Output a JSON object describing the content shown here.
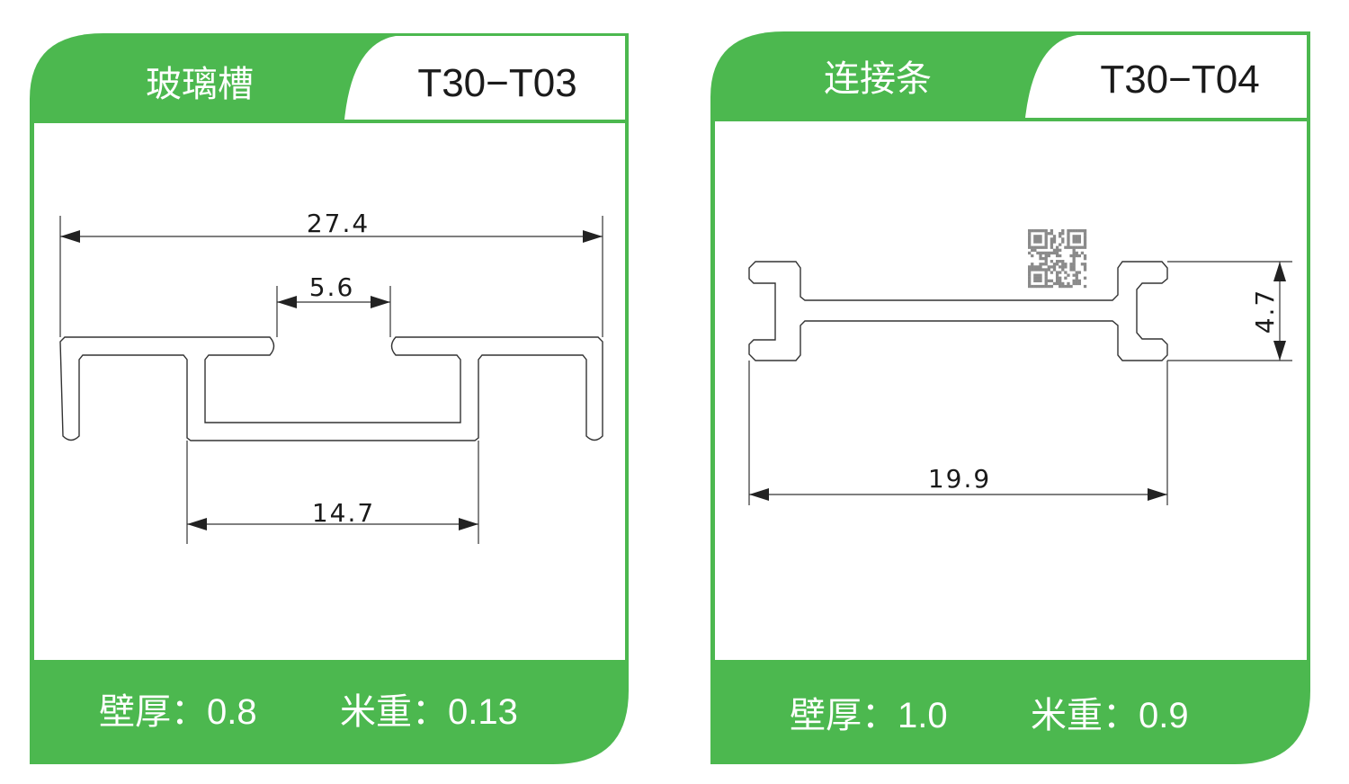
{
  "colors": {
    "brand_green": "#4cb84f",
    "text_dark": "#1a1a1a"
  },
  "cards": [
    {
      "name": "玻璃槽",
      "code": "T30−T03",
      "dimensions": {
        "overall_width": "27.4",
        "top_opening": "5.6",
        "bottom_width": "14.7"
      },
      "wall_thickness": "壁厚：0.8",
      "weight_per_meter": "米重：0.13"
    },
    {
      "name": "连接条",
      "code": "T30−T04",
      "dimensions": {
        "overall_width": "19.9",
        "height": "4.7"
      },
      "wall_thickness": "壁厚：1.0",
      "weight_per_meter": "米重：0.9"
    }
  ]
}
